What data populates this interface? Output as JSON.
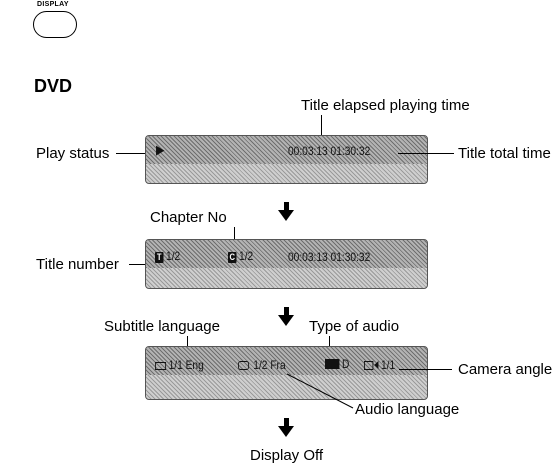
{
  "display_button": {
    "caption": "DISPLAY"
  },
  "heading": "DVD",
  "panel1": {
    "play_glyph": "▶",
    "time": "00:03:13  01:30:32"
  },
  "panel2": {
    "title_glyph": "T",
    "title_value": "1/2",
    "chapter_glyph": "C",
    "chapter_value": "1/2",
    "time": "00:03:13  01:30:32"
  },
  "panel3": {
    "subtitle_value": "1/1 Eng",
    "audio_value": "1/2 Fra",
    "audio_type_value": "D",
    "angle_value": "1/1"
  },
  "labels": {
    "title_elapsed": "Title elapsed playing time",
    "play_status": "Play status",
    "title_total": "Title total time",
    "chapter_no": "Chapter No",
    "title_number": "Title number",
    "subtitle_language": "Subtitle language",
    "type_of_audio": "Type of audio",
    "camera_angle": "Camera angle",
    "audio_language": "Audio language",
    "display_off": "Display Off"
  }
}
